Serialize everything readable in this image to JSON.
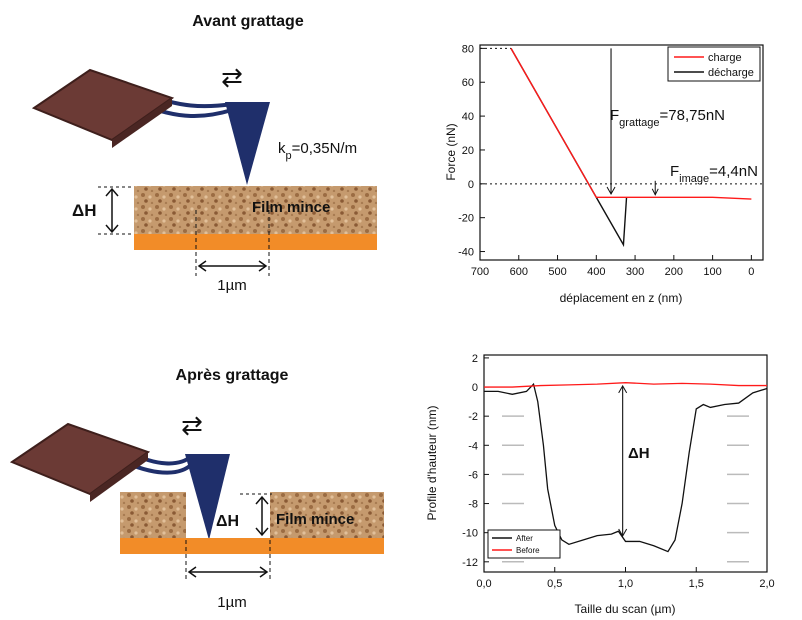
{
  "schematics": {
    "before": {
      "title": "Avant grattage",
      "stiffness_k": "k",
      "stiffness_sub": "p",
      "stiffness_value": "=0,35N/m",
      "delta_h": "ΔH",
      "film_label": "Film mince",
      "scale": "1µm"
    },
    "after": {
      "title": "Après grattage",
      "delta_h": "ΔH",
      "film_label": "Film mince",
      "scale": "1µm"
    },
    "scan_arrows": "⇄"
  },
  "colors": {
    "substrate": "#f28c28",
    "film": "#b8875a",
    "tip": "#1f2f6b",
    "chip": "#6b3a35",
    "charge": "#ff1a1a",
    "decharge": "#111111",
    "after": "#111111",
    "before": "#ff1a1a"
  },
  "chart_data": [
    {
      "type": "line",
      "xlabel": "déplacement en z (nm)",
      "ylabel": "Force (nN)",
      "xlim": [
        700,
        -30
      ],
      "ylim": [
        -45,
        82
      ],
      "xticks": [
        "700",
        "600",
        "500",
        "400",
        "300",
        "200",
        "100",
        "0"
      ],
      "yticks": [
        "80",
        "60",
        "40",
        "20",
        "0",
        "-20",
        "-40"
      ],
      "legend": {
        "position": "top-right",
        "entries": [
          "charge",
          "décharge"
        ]
      },
      "series": [
        {
          "name": "charge",
          "x": [
            620,
            400,
            300,
            200,
            100,
            50,
            0
          ],
          "y": [
            80,
            -8,
            -8,
            -8,
            -8,
            -8.5,
            -9
          ]
        },
        {
          "name": "décharge",
          "x": [
            620,
            400,
            330,
            322,
            322
          ],
          "y": [
            80,
            -8,
            -36,
            -8,
            -8
          ]
        }
      ],
      "annotations": {
        "f_grattage_main": "F",
        "f_grattage_sub": "grattage",
        "f_grattage_val": "=78,75nN",
        "f_image_main": "F",
        "f_image_sub": "image",
        "f_image_val": "=4,4nN"
      }
    },
    {
      "type": "line",
      "xlabel": "Taille du scan (µm)",
      "ylabel": "Profile d'hauteur (nm)",
      "xlim": [
        0,
        2.0
      ],
      "ylim": [
        -12.7,
        2.2
      ],
      "xticks": [
        "0,0",
        "0,5",
        "1,0",
        "1,5",
        "2,0"
      ],
      "yticks": [
        "2",
        "0",
        "-2",
        "-4",
        "-6",
        "-8",
        "-10",
        "-12"
      ],
      "legend": {
        "position": "bottom-left",
        "entries": [
          "After",
          "Before"
        ]
      },
      "series": [
        {
          "name": "After",
          "x": [
            0,
            0.1,
            0.2,
            0.3,
            0.35,
            0.38,
            0.42,
            0.45,
            0.5,
            0.55,
            0.6,
            0.7,
            0.8,
            0.9,
            0.95,
            1.0,
            1.1,
            1.2,
            1.3,
            1.35,
            1.4,
            1.45,
            1.5,
            1.55,
            1.6,
            1.7,
            1.8,
            1.9,
            2.0
          ],
          "y": [
            -0.3,
            -0.3,
            -0.5,
            -0.3,
            0.2,
            -1,
            -4,
            -7,
            -9.5,
            -10.5,
            -10.8,
            -10.5,
            -10.2,
            -10.1,
            -9.9,
            -10.6,
            -10.6,
            -10.9,
            -11.3,
            -10.5,
            -8,
            -4.5,
            -1.5,
            -1.2,
            -1.4,
            -1.2,
            -1.1,
            -0.4,
            -0.1
          ]
        },
        {
          "name": "Before",
          "x": [
            0,
            0.2,
            0.4,
            0.6,
            0.8,
            1.0,
            1.2,
            1.4,
            1.6,
            1.8,
            2.0
          ],
          "y": [
            0,
            0,
            0.1,
            0.15,
            0.2,
            0.3,
            0.2,
            0.25,
            0.2,
            0.1,
            0.1
          ]
        }
      ],
      "annotations": {
        "delta_h": "ΔH"
      }
    }
  ]
}
